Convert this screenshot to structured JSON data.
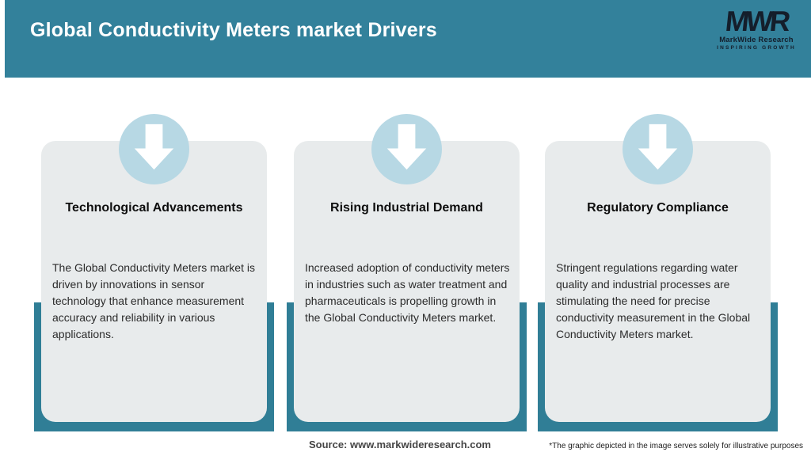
{
  "header": {
    "title": "Global Conductivity Meters market Drivers",
    "logo": {
      "monogram": "MWR",
      "name": "MarkWide Research",
      "tagline": "INSPIRING GROWTH"
    }
  },
  "cards": [
    {
      "icon": "down-arrow-icon",
      "title": "Technological Advancements",
      "body": "The Global Conductivity Meters market is driven by innovations in sensor technology that enhance measurement accuracy and reliability in various applications."
    },
    {
      "icon": "down-arrow-icon",
      "title": "Rising Industrial Demand",
      "body": "Increased adoption of conductivity meters in industries such as water treatment and pharmaceuticals is propelling growth in the Global Conductivity Meters market."
    },
    {
      "icon": "down-arrow-icon",
      "title": "Regulatory Compliance",
      "body": "Stringent regulations regarding water quality and industrial processes are stimulating the need for precise conductivity measurement in the Global Conductivity Meters market."
    }
  ],
  "footer": {
    "source": "Source: www.markwideresearch.com",
    "disclaimer": "*The graphic depicted in the image serves solely for illustrative purposes"
  },
  "colors": {
    "header_teal": "#33819b",
    "backing_teal": "#307e96",
    "card_gray": "#e8ebec",
    "circle_blue": "#b7d8e4",
    "logo_navy": "#141e2b",
    "title_text": "#0e0e0e",
    "body_text": "#2b2b2b"
  }
}
